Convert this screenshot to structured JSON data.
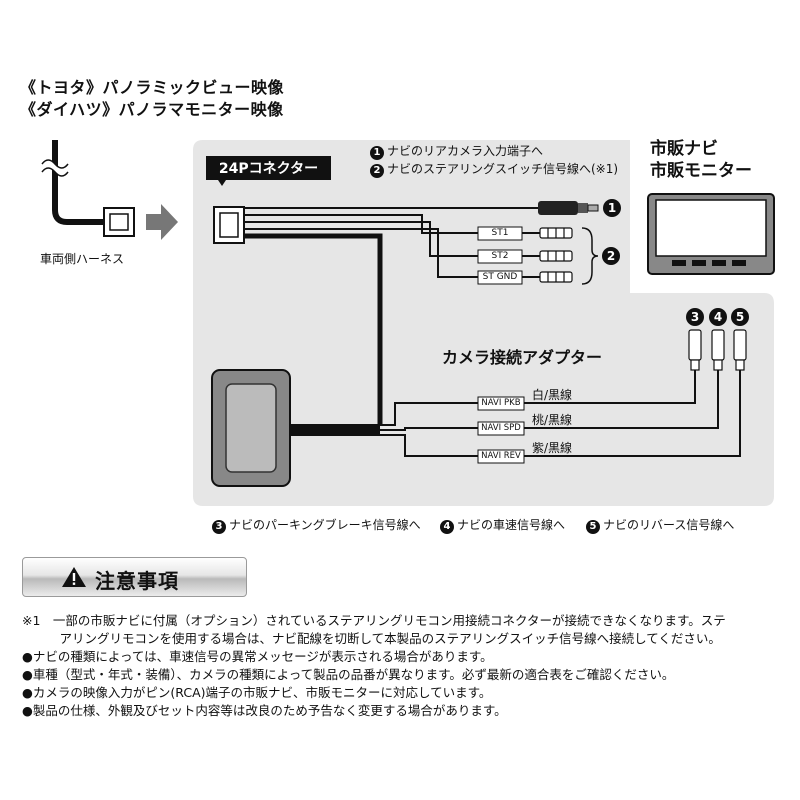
{
  "source": {
    "line1": "《トヨタ》パノラミックビュー映像",
    "line2": "《ダイハツ》パノラマモニター映像"
  },
  "harness_label": "車両側ハーネス",
  "connector_label": "24Pコネクター",
  "top_legend": {
    "item1": "ナビのリアカメラ入力端子へ",
    "item2": "ナビのステアリングスイッチ信号線へ(※1)"
  },
  "monitor": {
    "line1": "市販ナビ",
    "line2": "市販モニター"
  },
  "st_tags": [
    "ST1",
    "ST2",
    "ST GND"
  ],
  "adapter_label": "カメラ接続アダプター",
  "navi_tags": [
    "NAVI PKB",
    "NAVI SPD",
    "NAVI REV"
  ],
  "wire_colors": [
    "白/黒線",
    "桃/黒線",
    "紫/黒線"
  ],
  "numbers": [
    "1",
    "2",
    "3",
    "4",
    "5"
  ],
  "bottom_legend": {
    "item3": "ナビのパーキングブレーキ信号線へ",
    "item4": "ナビの車速信号線へ",
    "item5": "ナビのリバース信号線へ"
  },
  "warning": {
    "title": "注意事項",
    "notes": [
      "※1　一部の市販ナビに付属（オプション）されているステアリングリモコン用接続コネクターが接続できなくなります。ステ",
      "　　　アリングリモコンを使用する場合は、ナビ配線を切断して本製品のステアリングスイッチ信号線へ接続してください。",
      "●ナビの種類によっては、車速信号の異常メッセージが表示される場合があります。",
      "●車種（型式・年式・装備）、カメラの種類によって製品の品番が異なります。必ず最新の適合表をご確認ください。",
      "●カメラの映像入力がピン(RCA)端子の市販ナビ、市販モニターに対応しています。",
      "●製品の仕様、外観及びセット内容等は改良のため予告なく変更する場合があります。"
    ]
  },
  "colors": {
    "panel": "#e6e6e6",
    "ink": "#111111",
    "white": "#ffffff"
  }
}
